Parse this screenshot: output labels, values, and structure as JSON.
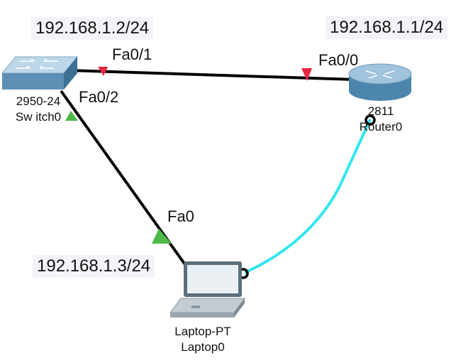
{
  "devices": {
    "switch": {
      "model": "2950-24",
      "name": "Sw itch0",
      "ip": "192.168.1.2/24"
    },
    "router": {
      "model": "2811",
      "name": "Router0",
      "ip": "192.168.1.1/24"
    },
    "laptop": {
      "model": "Laptop-PT",
      "name": "Laptop0",
      "ip": "192.168.1.3/24"
    }
  },
  "links": [
    {
      "from": "switch",
      "from_port": "Fa0/1",
      "to": "router",
      "to_port": "Fa0/0",
      "type": "copper-straight",
      "status": "down",
      "color": "#000000"
    },
    {
      "from": "switch",
      "from_port": "Fa0/2",
      "to": "laptop",
      "to_port": "Fa0",
      "type": "copper-straight",
      "status": "up",
      "color": "#000000"
    },
    {
      "from": "laptop",
      "to": "router",
      "type": "console",
      "color": "#33e6ef"
    }
  ],
  "colors": {
    "link_down_marker": "#e8263f",
    "link_up_marker": "#4fb848",
    "console_cable": "#33e6ef",
    "ip_box_bg": "#f2f4f8"
  }
}
